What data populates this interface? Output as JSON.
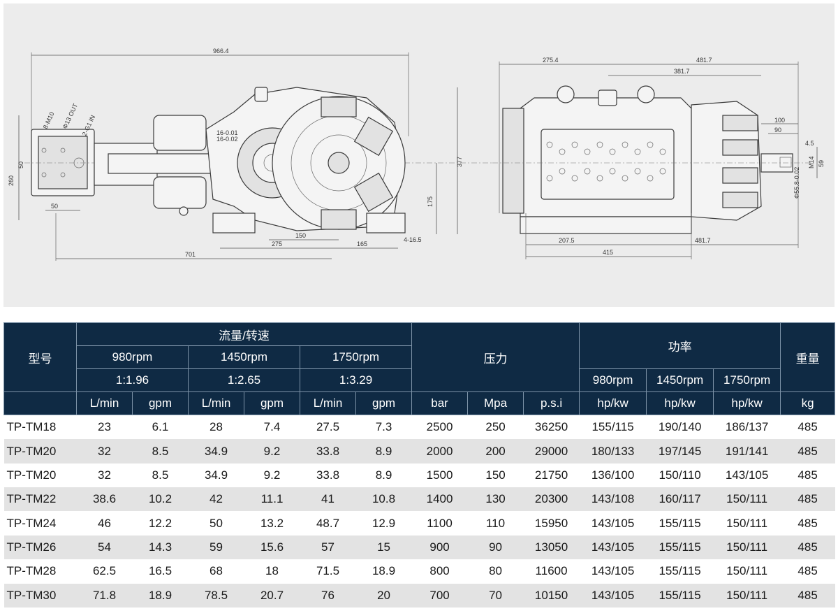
{
  "drawing": {
    "side_view_dims": {
      "overall_length": "966.4",
      "height_260": "260",
      "dim_50_left": "50",
      "dim_50_bottom": "50",
      "port_bolts": "8-M10",
      "port_out": "Φ13 OUT",
      "port_in": "2-G1 IN",
      "tol_shaft": "16-0.01\n16-0.02",
      "height_377": "377",
      "height_175": "175",
      "dim_150": "150",
      "dim_275": "275",
      "dim_165": "165",
      "dim_4_16_5": "4-16.5",
      "dim_701": "701"
    },
    "front_view_dims": {
      "dim_275_4": "275.4",
      "dim_481_7_top": "481.7",
      "dim_381_7": "381.7",
      "dim_100": "100",
      "dim_90": "90",
      "dim_4_5": "4.5",
      "dim_m14": "M14",
      "dim_59": "59",
      "dim_shaft_dia": "Φ55.8-0.02",
      "dim_207_5": "207.5",
      "dim_481_7_bottom": "481.7",
      "dim_415": "415"
    }
  },
  "table": {
    "header": {
      "model": "型号",
      "flow_speed": "流量/转速",
      "pressure": "压力",
      "power": "功率",
      "weight": "重量",
      "rpm_groups": [
        {
          "rpm": "980rpm",
          "ratio": "1:1.96"
        },
        {
          "rpm": "1450rpm",
          "ratio": "1:2.65"
        },
        {
          "rpm": "1750rpm",
          "ratio": "1:3.29"
        }
      ],
      "power_rpms": [
        "980rpm",
        "1450rpm",
        "1750rpm"
      ],
      "units": [
        "L/min",
        "gpm",
        "L/min",
        "gpm",
        "L/min",
        "gpm",
        "bar",
        "Mpa",
        "p.s.i",
        "hp/kw",
        "hp/kw",
        "hp/kw",
        "kg"
      ]
    },
    "rows": [
      [
        "TP-TM18",
        "23",
        "6.1",
        "28",
        "7.4",
        "27.5",
        "7.3",
        "2500",
        "250",
        "36250",
        "155/115",
        "190/140",
        "186/137",
        "485"
      ],
      [
        "TP-TM20",
        "32",
        "8.5",
        "34.9",
        "9.2",
        "33.8",
        "8.9",
        "2000",
        "200",
        "29000",
        "180/133",
        "197/145",
        "191/141",
        "485"
      ],
      [
        "TP-TM20",
        "32",
        "8.5",
        "34.9",
        "9.2",
        "33.8",
        "8.9",
        "1500",
        "150",
        "21750",
        "136/100",
        "150/110",
        "143/105",
        "485"
      ],
      [
        "TP-TM22",
        "38.6",
        "10.2",
        "42",
        "11.1",
        "41",
        "10.8",
        "1400",
        "130",
        "20300",
        "143/108",
        "160/117",
        "150/111",
        "485"
      ],
      [
        "TP-TM24",
        "46",
        "12.2",
        "50",
        "13.2",
        "48.7",
        "12.9",
        "1100",
        "110",
        "15950",
        "143/105",
        "155/115",
        "150/111",
        "485"
      ],
      [
        "TP-TM26",
        "54",
        "14.3",
        "59",
        "15.6",
        "57",
        "15",
        "900",
        "90",
        "13050",
        "143/105",
        "155/115",
        "150/111",
        "485"
      ],
      [
        "TP-TM28",
        "62.5",
        "16.5",
        "68",
        "18",
        "71.5",
        "18.9",
        "800",
        "80",
        "11600",
        "143/105",
        "155/115",
        "150/111",
        "485"
      ],
      [
        "TP-TM30",
        "71.8",
        "18.9",
        "78.5",
        "20.7",
        "76",
        "20",
        "700",
        "70",
        "10150",
        "143/105",
        "155/115",
        "150/111",
        "485"
      ]
    ]
  }
}
